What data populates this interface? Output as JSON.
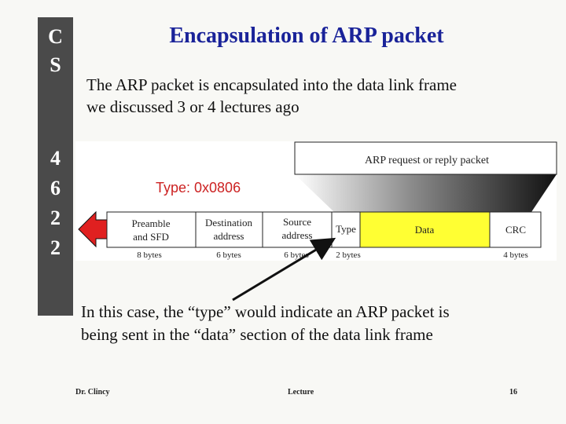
{
  "sidebar": {
    "letters": [
      "C",
      "S",
      "4",
      "6",
      "2",
      "2"
    ]
  },
  "title": "Encapsulation of ARP packet",
  "intro": {
    "line1": "The ARP packet is encapsulated into the data link frame",
    "line2": "we discussed 3 or 4 lectures ago"
  },
  "diagram": {
    "arp_label": "ARP request or reply packet",
    "type_code": "Type: 0x0806",
    "fields": {
      "preamble": [
        "Preamble",
        "and SFD"
      ],
      "destination": [
        "Destination",
        "address"
      ],
      "source": [
        "Source",
        "address"
      ],
      "type": "Type",
      "data": "Data",
      "crc": "CRC"
    },
    "sizes": {
      "preamble": "8 bytes",
      "destination": "6 bytes",
      "source": "6 bytes",
      "type": "2 bytes",
      "crc": "4 bytes"
    }
  },
  "caption": {
    "line1": "In this case, the “type” would indicate an ARP packet is",
    "line2": "being sent in the “data” section of the data link frame"
  },
  "footer": {
    "author": "Dr. Clincy",
    "center": "Lecture",
    "page": "16"
  },
  "colors": {
    "title": "#1a2399",
    "type_code": "#cc2222",
    "data_field": "#ffff33",
    "arrow": "#e02020"
  }
}
